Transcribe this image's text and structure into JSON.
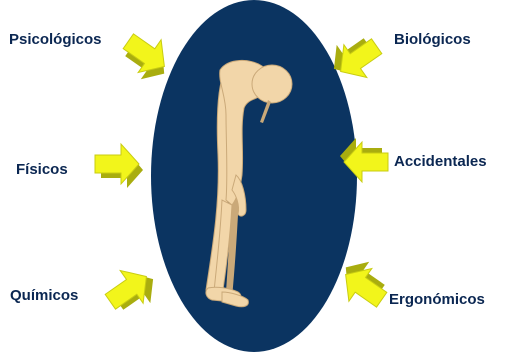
{
  "diagram": {
    "colors": {
      "ellipse": "#0b3461",
      "arrow_fill": "#f2f51b",
      "arrow_shadow": "#a9ad0f",
      "figure": "#f2d6a9",
      "figure_shadow": "#caa979",
      "label": "#0b2752"
    },
    "center_figure": "bent-over-person-figure",
    "factors": {
      "psicologicos": "Psicológicos",
      "biologicos": "Biológicos",
      "fisicos": "Físicos",
      "accidentales": "Accidentales",
      "quimicos": "Químicos",
      "ergonomicos": "Ergonómicos"
    }
  }
}
